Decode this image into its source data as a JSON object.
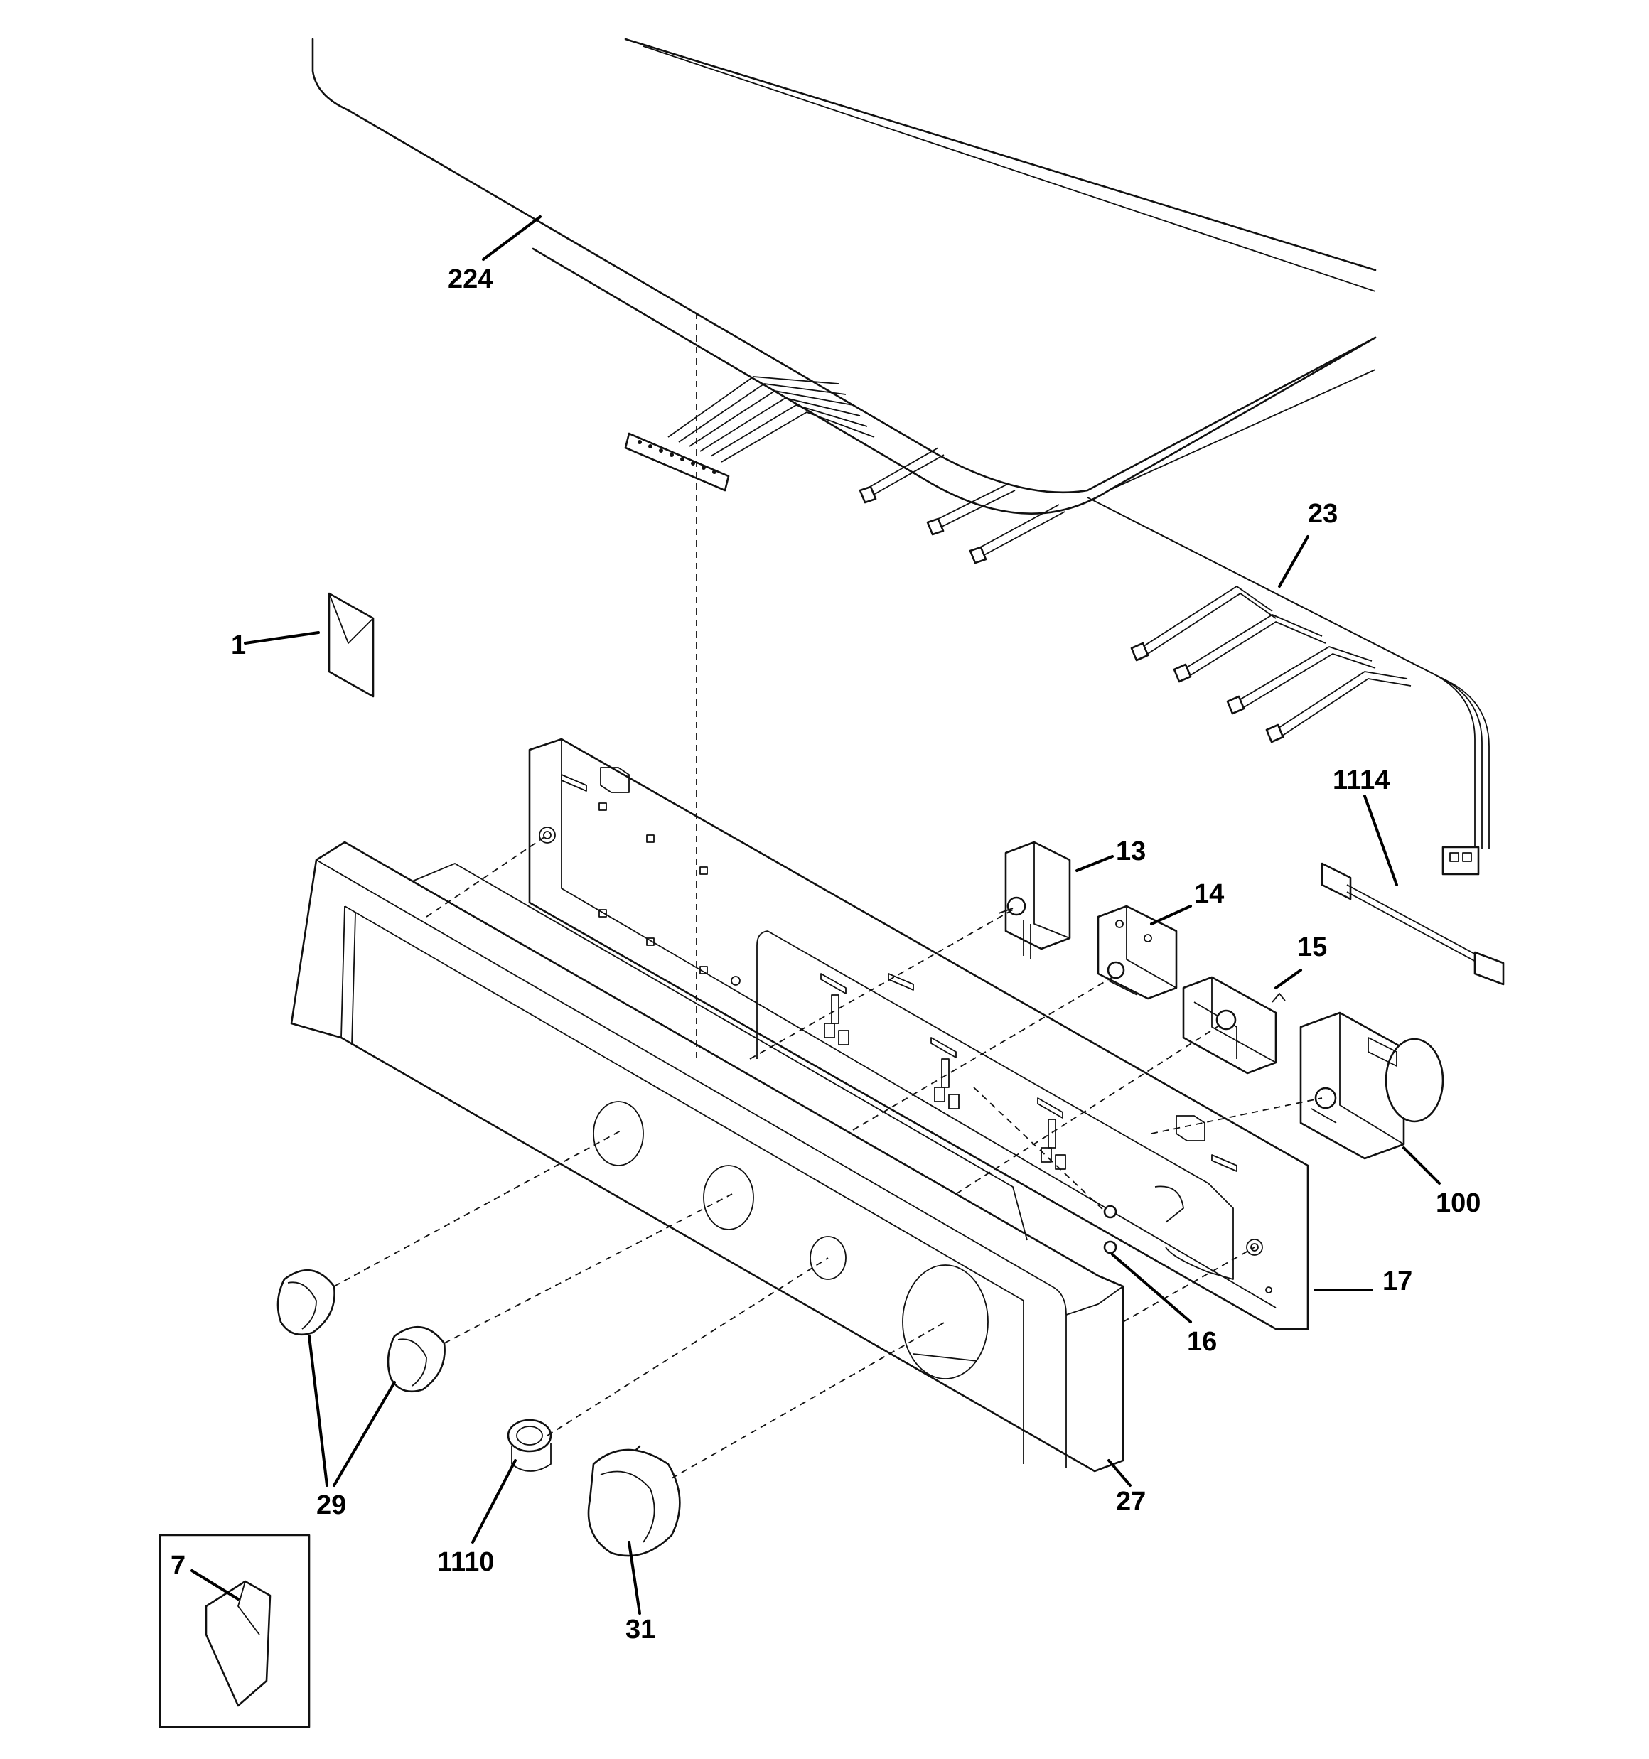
{
  "labels": {
    "l224": "224",
    "l23": "23",
    "l1": "1",
    "l1114": "1114",
    "l13": "13",
    "l14": "14",
    "l15": "15",
    "l100": "100",
    "l17": "17",
    "l16": "16",
    "l27": "27",
    "l29": "29",
    "l1110": "1110",
    "l31": "31",
    "l7": "7"
  }
}
